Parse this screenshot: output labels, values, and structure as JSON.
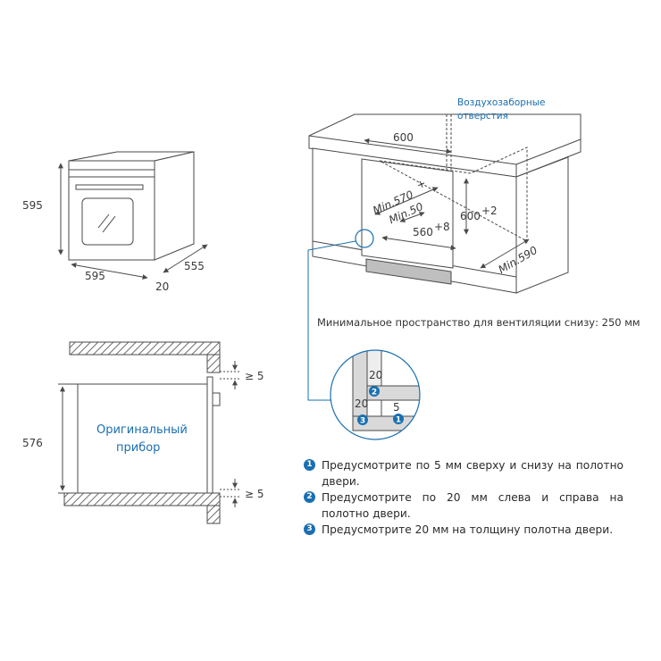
{
  "colors": {
    "line": "#4a4a4a",
    "accent_blue": "#1a6fb0",
    "hatch": "#6e6e6e",
    "fill_grey": "#d9d9d9"
  },
  "oven_view": {
    "height_label": "595",
    "width_label": "595",
    "depth_label": "555",
    "door_label": "20"
  },
  "niche_view": {
    "air_intake_label": "Воздухозаборные отверстия",
    "width_label": "600",
    "min_depth_label": "Min.570",
    "min_depth_sup": "+",
    "min_gap_label": "Min.50",
    "height_label": "600",
    "height_sup": "+2",
    "inner_width_label": "560",
    "inner_width_sup": "+8",
    "min_cab_depth_label": "Min.590",
    "ventilation_note": "Минимальное пространство для вентиляции снизу: 250 мм"
  },
  "side_view": {
    "height_label": "576",
    "gap_top_label": "≥ 5",
    "gap_bottom_label": "≥ 5",
    "appliance_label_line1": "Оригинальный",
    "appliance_label_line2": "прибор"
  },
  "detail_view": {
    "label_20_top": "20",
    "label_20_left": "20",
    "label_5": "5",
    "badges": [
      "1",
      "2",
      "3"
    ]
  },
  "notes": [
    {
      "num": "1",
      "text": "Предусмотрите по 5 мм сверху и снизу на полотно двери."
    },
    {
      "num": "2",
      "text": "Предусмотрите по 20 мм слева и справа на полотно двери."
    },
    {
      "num": "3",
      "text": "Предусмотрите 20 мм на толщину полотна двери."
    }
  ]
}
